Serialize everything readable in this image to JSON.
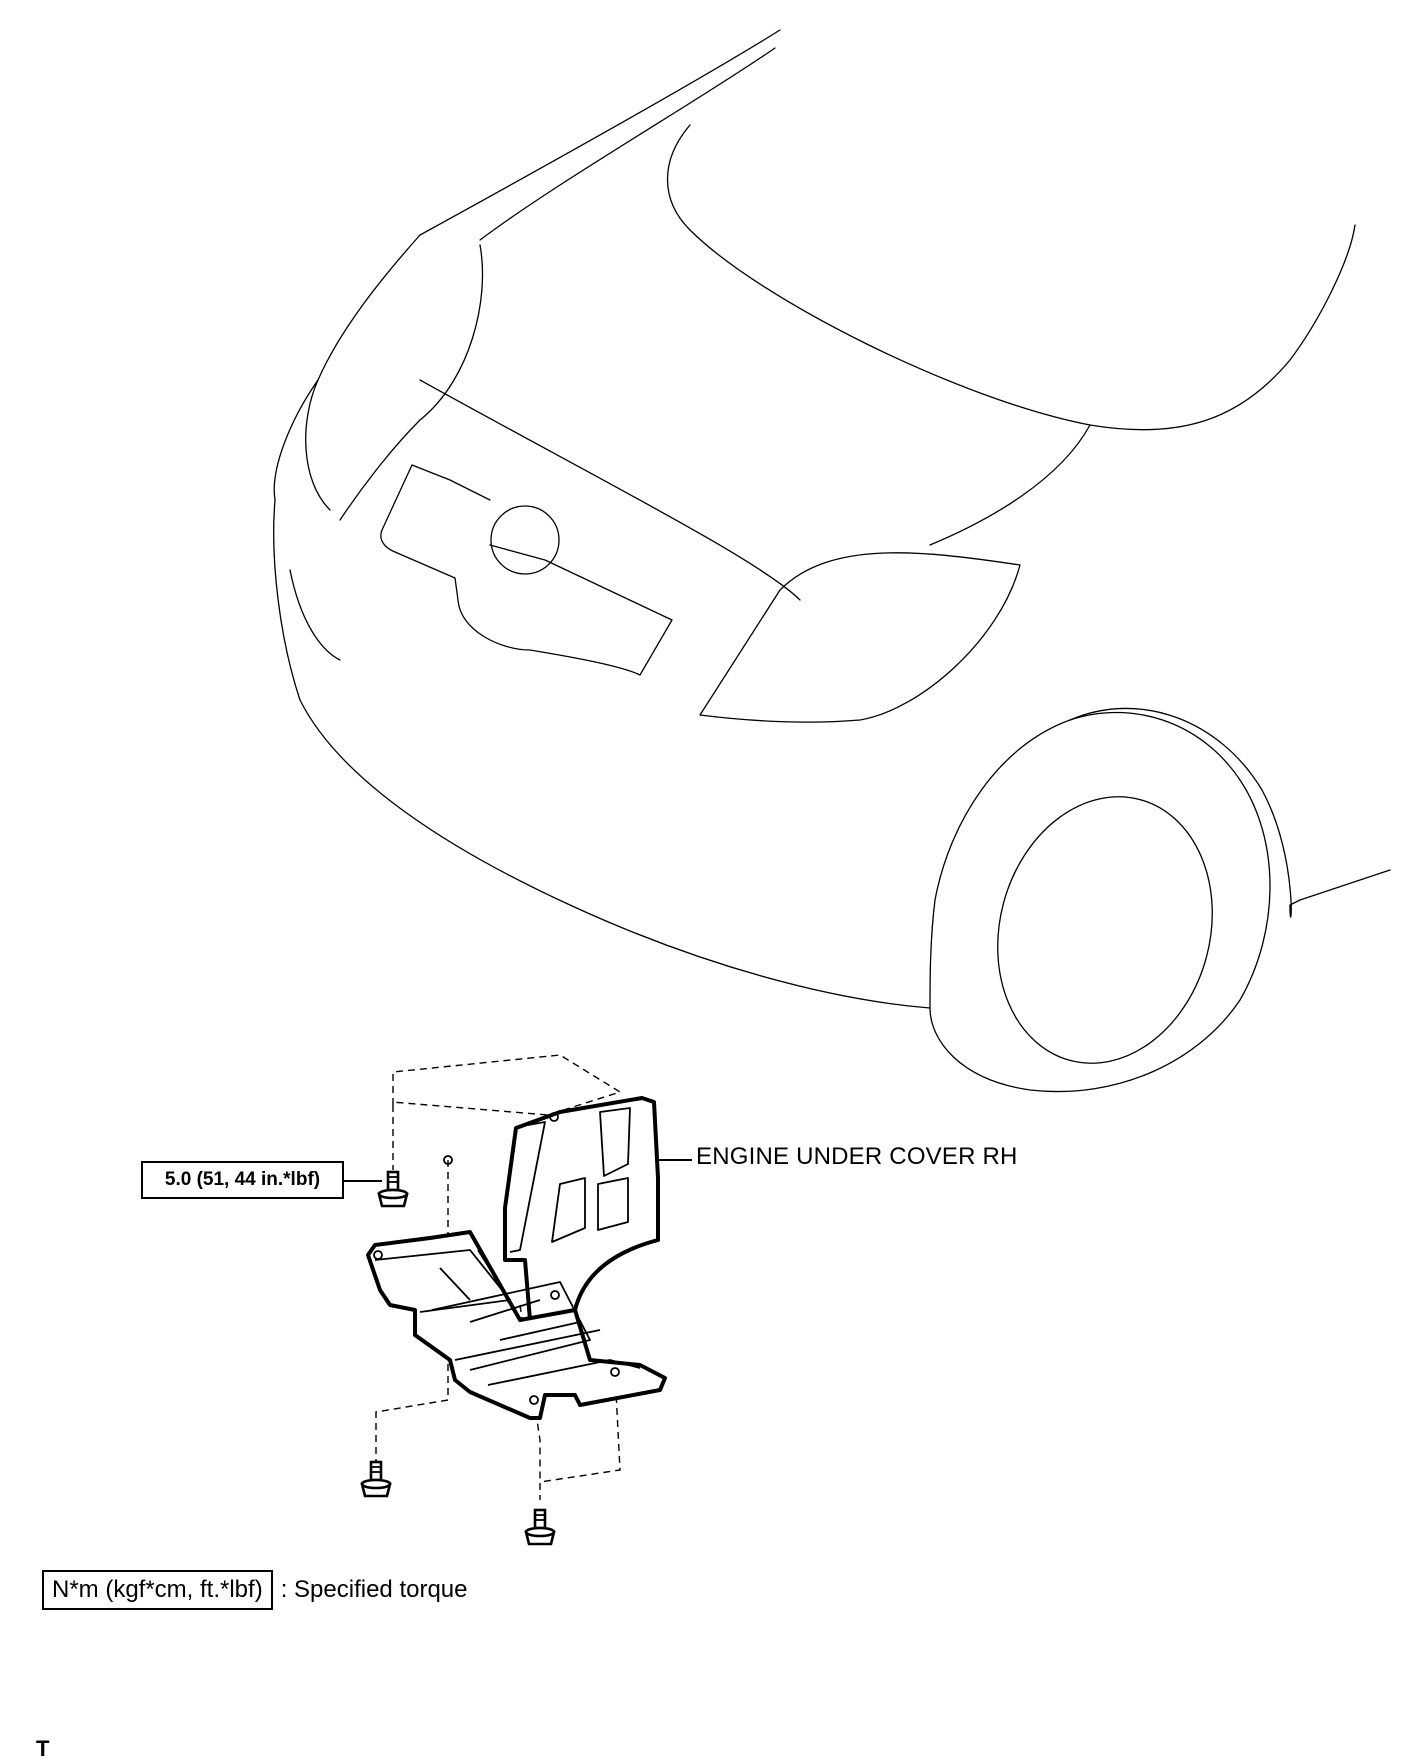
{
  "callouts": {
    "part_name": "ENGINE UNDER COVER RH",
    "torque_value": "5.0 (51, 44 in.*lbf)"
  },
  "legend": {
    "unit_box": "N*m (kgf*cm, ft.*lbf)",
    "description": ": Specified torque"
  },
  "corner_mark": "T"
}
